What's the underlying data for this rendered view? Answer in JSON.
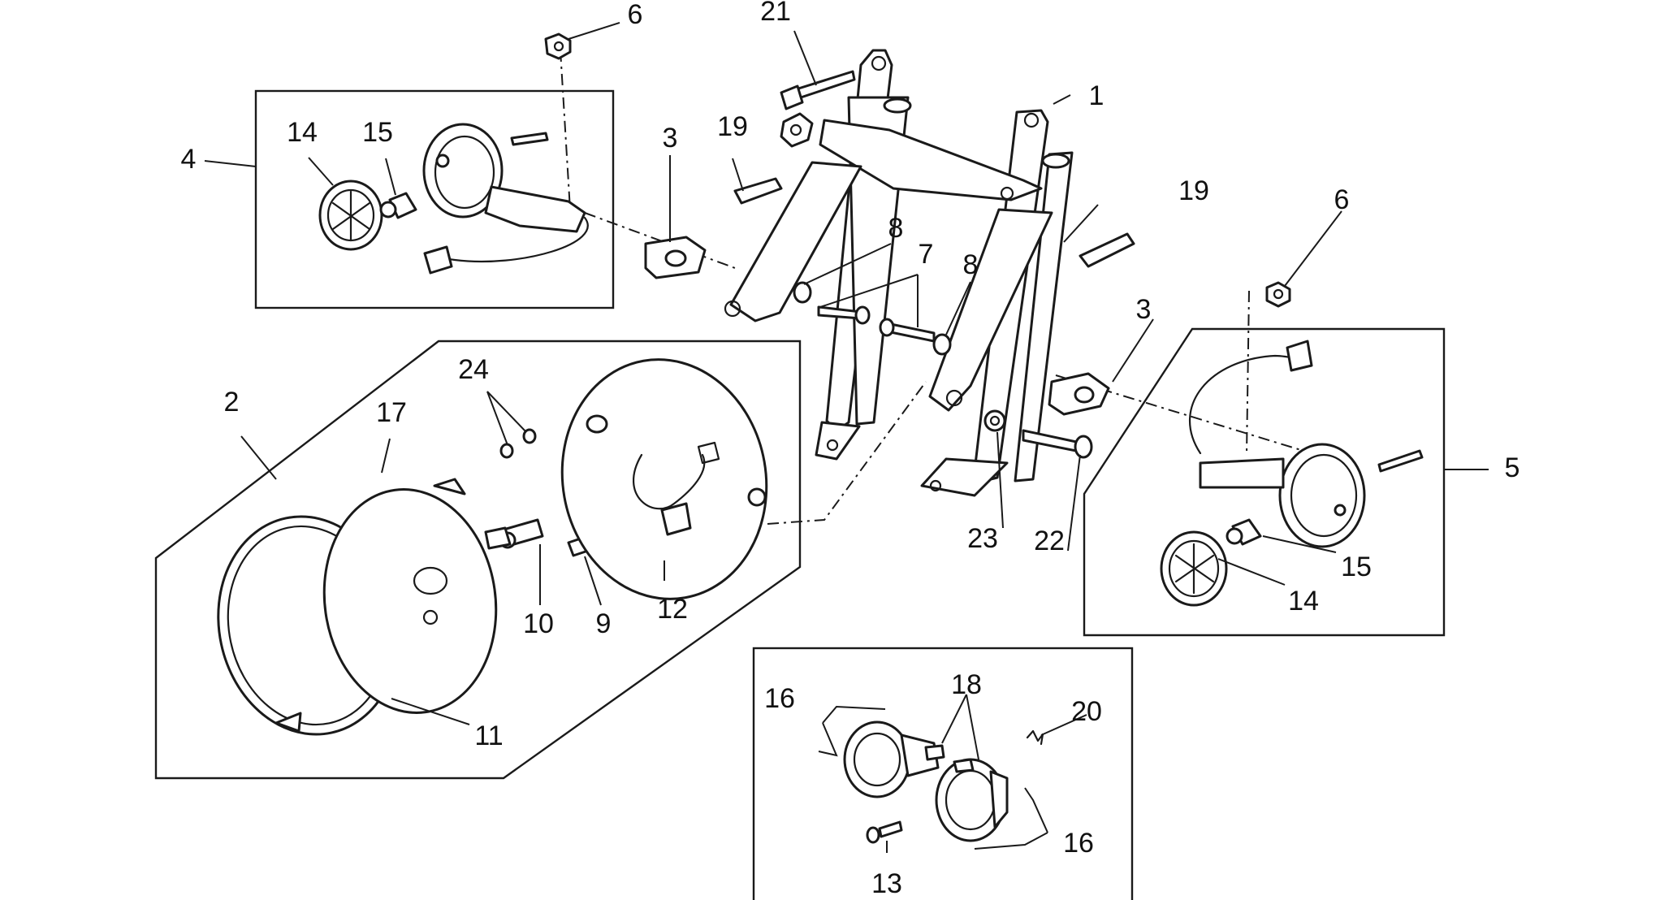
{
  "colors": {
    "line": "#1a1a1a",
    "background": "#ffffff"
  },
  "callouts": [
    {
      "id": "c1",
      "text": "1"
    },
    {
      "id": "c2",
      "text": "2"
    },
    {
      "id": "c3a",
      "text": "3"
    },
    {
      "id": "c3b",
      "text": "3"
    },
    {
      "id": "c4",
      "text": "4"
    },
    {
      "id": "c5",
      "text": "5"
    },
    {
      "id": "c6a",
      "text": "6"
    },
    {
      "id": "c6b",
      "text": "6"
    },
    {
      "id": "c7",
      "text": "7"
    },
    {
      "id": "c8a",
      "text": "8"
    },
    {
      "id": "c8b",
      "text": "8"
    },
    {
      "id": "c9",
      "text": "9"
    },
    {
      "id": "c10",
      "text": "10"
    },
    {
      "id": "c11",
      "text": "11"
    },
    {
      "id": "c12",
      "text": "12"
    },
    {
      "id": "c13",
      "text": "13"
    },
    {
      "id": "c14a",
      "text": "14"
    },
    {
      "id": "c14b",
      "text": "14"
    },
    {
      "id": "c15a",
      "text": "15"
    },
    {
      "id": "c15b",
      "text": "15"
    },
    {
      "id": "c16a",
      "text": "16"
    },
    {
      "id": "c16b",
      "text": "16"
    },
    {
      "id": "c17",
      "text": "17"
    },
    {
      "id": "c18",
      "text": "18"
    },
    {
      "id": "c19a",
      "text": "19"
    },
    {
      "id": "c19b",
      "text": "19"
    },
    {
      "id": "c20",
      "text": "20"
    },
    {
      "id": "c21",
      "text": "21"
    },
    {
      "id": "c22",
      "text": "22"
    },
    {
      "id": "c23",
      "text": "23"
    },
    {
      "id": "c24",
      "text": "24"
    }
  ]
}
